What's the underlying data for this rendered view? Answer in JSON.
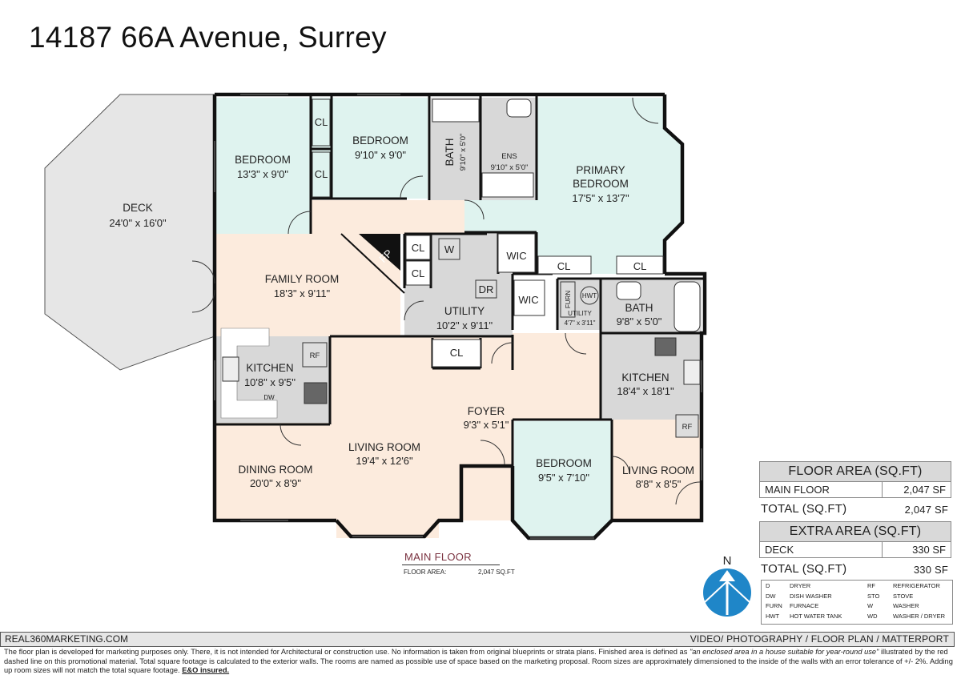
{
  "title": "14187 66A Avenue, Surrey",
  "rooms": {
    "deck": {
      "name": "DECK",
      "dims": "24'0\" x 16'0\""
    },
    "bedroom_1": {
      "name": "BEDROOM",
      "dims": "13'3\" x 9'0\""
    },
    "bedroom_2": {
      "name": "BEDROOM",
      "dims": "9'10\" x 9'0\""
    },
    "bath_1": {
      "name": "BATH",
      "dims": "9'10\" x 5'0\""
    },
    "ens": {
      "name": "ENS",
      "dims": "9'10\" x 5'0\""
    },
    "primary_bedroom": {
      "name_1": "PRIMARY",
      "name_2": "BEDROOM",
      "dims": "17'5\" x 13'7\""
    },
    "family_room": {
      "name": "FAMILY ROOM",
      "dims": "18'3\" x 9'11\""
    },
    "utility_1": {
      "name": "UTILITY",
      "dims": "10'2\" x 9'11\""
    },
    "utility_2": {
      "name": "UTILITY",
      "dims": "4'7\" x 3'11\""
    },
    "bath_2": {
      "name": "BATH",
      "dims": "9'8\" x 5'0\""
    },
    "kitchen_1": {
      "name": "KITCHEN",
      "dims": "10'8\" x 9'5\""
    },
    "kitchen_2": {
      "name": "KITCHEN",
      "dims": "18'4\" x 18'1\""
    },
    "living_room_1": {
      "name": "LIVING ROOM",
      "dims": "19'4\" x 12'6\""
    },
    "foyer": {
      "name": "FOYER",
      "dims": "9'3\" x 5'1\""
    },
    "dining_room": {
      "name": "DINING ROOM",
      "dims": "20'0\" x 8'9\""
    },
    "bedroom_3": {
      "name": "BEDROOM",
      "dims": "9'5\" x 7'10\""
    },
    "living_room_2": {
      "name": "LIVING ROOM",
      "dims": "8'8\" x 8'5\""
    }
  },
  "labels": {
    "cl": "CL",
    "wic": "WIC",
    "fp": "FP",
    "w": "W",
    "dr": "DR",
    "furn": "FURN",
    "hwt": "HWT",
    "rf": "RF",
    "dw": "DW"
  },
  "compass": {
    "north": "N"
  },
  "main_floor": {
    "label": "MAIN FLOOR",
    "area_label": "FLOOR AREA:",
    "area_value": "2,047 SQ.FT"
  },
  "floor_area_table": {
    "header": "FLOOR AREA (SQ.FT)",
    "rows": [
      {
        "name": "MAIN FLOOR",
        "value": "2,047 SF"
      }
    ],
    "total_label": "TOTAL (SQ.FT)",
    "total_value": "2,047 SF"
  },
  "extra_area_table": {
    "header": "EXTRA AREA (SQ.FT)",
    "rows": [
      {
        "name": "DECK",
        "value": "330 SF"
      }
    ],
    "total_label": "TOTAL (SQ.FT)",
    "total_value": "330 SF"
  },
  "legend": [
    {
      "abbr": "D",
      "desc": "DRYER",
      "abbr2": "RF",
      "desc2": "REFRIGERATOR"
    },
    {
      "abbr": "DW",
      "desc": "DISH WASHER",
      "abbr2": "STO",
      "desc2": "STOVE"
    },
    {
      "abbr": "FURN",
      "desc": "FURNACE",
      "abbr2": "W",
      "desc2": "WASHER"
    },
    {
      "abbr": "HWT",
      "desc": "HOT WATER TANK",
      "abbr2": "WD",
      "desc2": "WASHER / DRYER"
    }
  ],
  "footer": {
    "website": "REAL360MARKETING.COM",
    "services": "VIDEO/ PHOTOGRAPHY / FLOOR PLAN / MATTERPORT",
    "disclaimer_1": "The floor plan is developed for marketing purposes only. There, it is not intended for Architectural or construction use. No information is  taken from original blueprints or strata plans. Finished area is defined as ",
    "disclaimer_quote": "\"an enclosed area in a house suitable for year-round use\"",
    "disclaimer_2": " illustrated by the red dashed line on this promotional material. Total square footage is calculated to the exterior walls. The rooms are named as possible use of space based on the marketing proposal. Room sizes are approximately dimensioned to the inside of the walls with an error tolerance of +/- 2%. Adding up room sizes will not match the total square footage. ",
    "disclaimer_bold": "E&O insured."
  },
  "colors": {
    "bedroom_fill": "#dff3ef",
    "living_fill": "#fcebdd",
    "utility_fill": "#d8d8d8",
    "deck_fill": "#e6e6e6",
    "wall": "#111111",
    "compass_blue": "#1f86c8"
  }
}
